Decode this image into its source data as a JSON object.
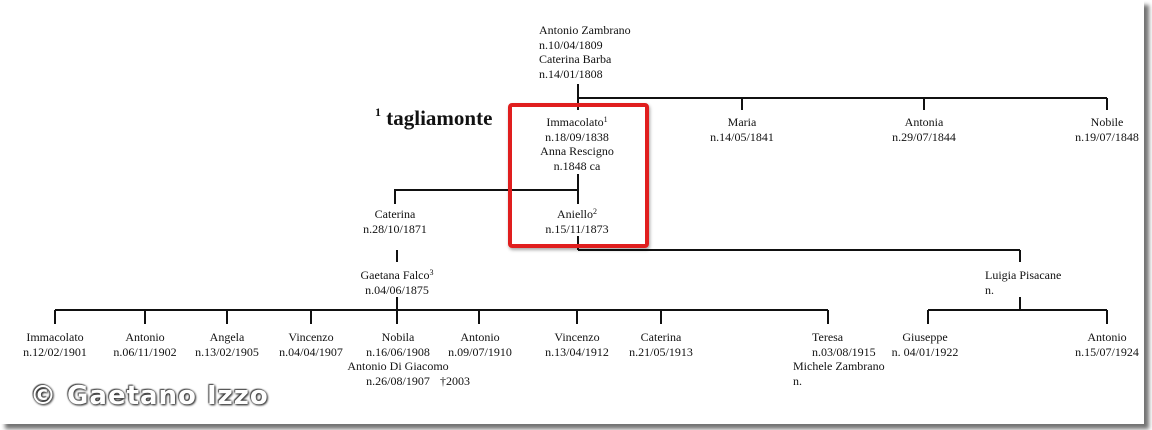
{
  "heading": {
    "number": "1",
    "word": "tagliamonte"
  },
  "watermark": "© Gaetano Izzo",
  "colors": {
    "highlight": "#e01e1e",
    "lines": "#111111",
    "background": "#ffffff"
  },
  "nodes": {
    "root": {
      "lines": [
        "Antonio Zambrano",
        "n.10/04/1809",
        "Caterina Barba",
        "n.14/01/1808"
      ]
    },
    "immacolato": {
      "name": "Immacolato",
      "sup": "1",
      "lines": [
        "n.18/09/1838",
        "Anna Rescigno",
        "n.1848 ca"
      ]
    },
    "maria": {
      "lines": [
        "Maria",
        "n.14/05/1841"
      ]
    },
    "antonia": {
      "lines": [
        "Antonia",
        "n.29/07/1844"
      ]
    },
    "nobile": {
      "lines": [
        "Nobile",
        "n.19/07/1848"
      ]
    },
    "caterina_1871": {
      "lines": [
        "Caterina",
        "n.28/10/1871"
      ]
    },
    "aniello": {
      "name": "Aniello",
      "sup": "2",
      "lines": [
        "n.15/11/1873"
      ]
    },
    "gaetana": {
      "name": "Gaetana Falco",
      "sup": "3",
      "lines": [
        "n.04/06/1875"
      ]
    },
    "luigia": {
      "lines": [
        "Luigia Pisacane",
        "n."
      ]
    },
    "immacolato_1901": {
      "lines": [
        "Immacolato",
        "n.12/02/1901"
      ]
    },
    "antonio_1902": {
      "lines": [
        "Antonio",
        "n.06/11/1902"
      ]
    },
    "angela": {
      "lines": [
        "Angela",
        "n.13/02/1905"
      ]
    },
    "vincenzo_1907": {
      "lines": [
        "Vincenzo",
        "n.04/04/1907"
      ]
    },
    "nobila": {
      "lines": [
        "Nobila",
        "n.16/06/1908",
        "Antonio Di Giacomo",
        "n.26/08/1907"
      ],
      "death": "†2003"
    },
    "antonio_1910": {
      "lines": [
        "Antonio",
        "n.09/07/1910"
      ]
    },
    "vincenzo_1912": {
      "lines": [
        "Vincenzo",
        "n.13/04/1912"
      ]
    },
    "caterina_1913": {
      "lines": [
        "Caterina",
        "n.21/05/1913"
      ]
    },
    "teresa": {
      "lines": [
        "Teresa",
        "n.03/08/1915",
        "Michele Zambrano",
        "n."
      ]
    },
    "giuseppe": {
      "lines": [
        "Giuseppe",
        "n. 04/01/1922"
      ]
    },
    "antonio_1924": {
      "lines": [
        "Antonio",
        "n.15/07/1924"
      ]
    }
  }
}
